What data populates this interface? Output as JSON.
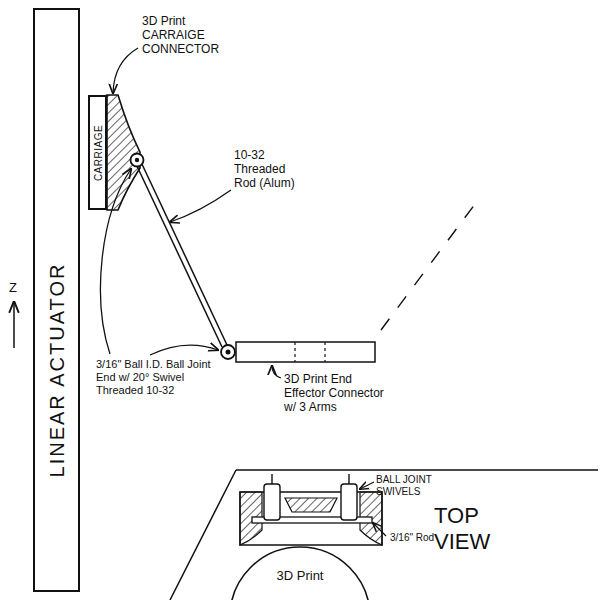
{
  "diagram": {
    "nodes": [
      {
        "text": [
          "LINEAR ACTUATOR"
        ]
      },
      {
        "text": [
          "CARRIAGE"
        ]
      },
      {
        "text": [
          "3D Print"
        ]
      }
    ],
    "labels": [
      "3D Print CARRAIGE CONNECTOR",
      "10-32 Threaded Rod (Alum)",
      "3/16\" Ball I.D. Ball Joint End w/ 20° Swivel Threaded 10-32",
      "3D Print End Effector Connector w/ 3 Arms",
      "Z",
      "BALL JOINT SWIVELS",
      "TOP VIEW",
      "3/16\" Rod"
    ]
  }
}
